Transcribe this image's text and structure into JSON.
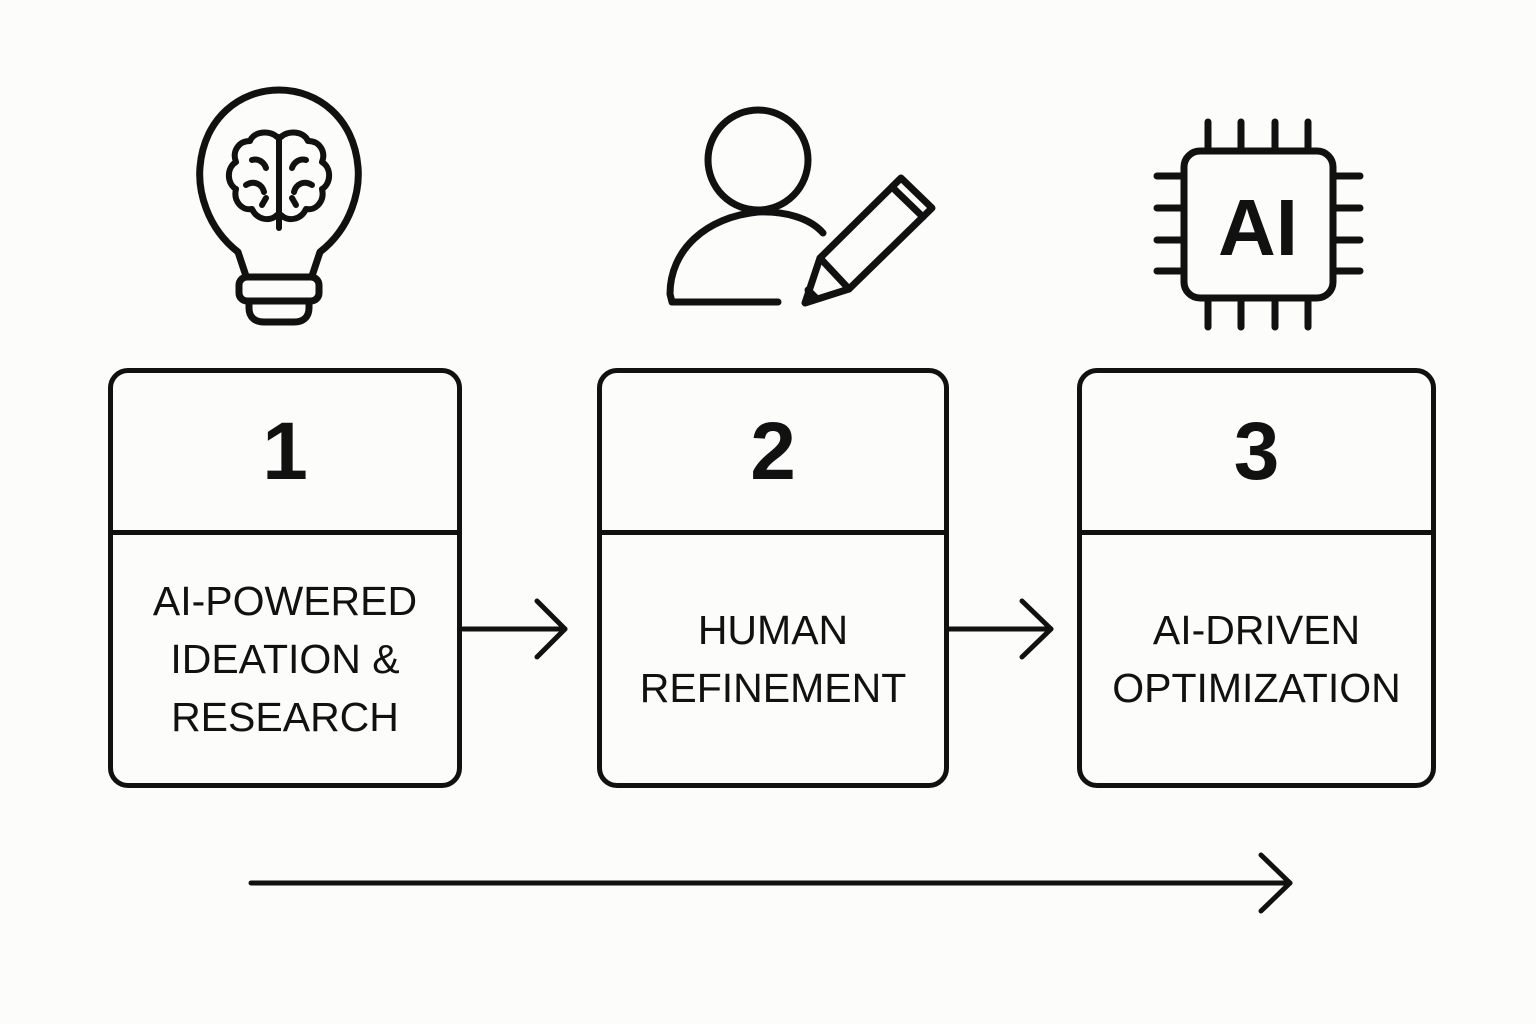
{
  "steps": [
    {
      "number": "1",
      "label_lines": [
        "AI-POWERED",
        "IDEATION &",
        "RESEARCH"
      ],
      "icon": "lightbulb-brain-icon"
    },
    {
      "number": "2",
      "label_lines": [
        "HUMAN",
        "REFINEMENT"
      ],
      "icon": "person-pencil-icon"
    },
    {
      "number": "3",
      "label_lines": [
        "AI-DRIVEN",
        "OPTIMIZATION"
      ],
      "icon": "ai-chip-icon"
    }
  ],
  "chip_text": "AI",
  "colors": {
    "stroke": "#111111",
    "background": "#fcfcfa"
  }
}
